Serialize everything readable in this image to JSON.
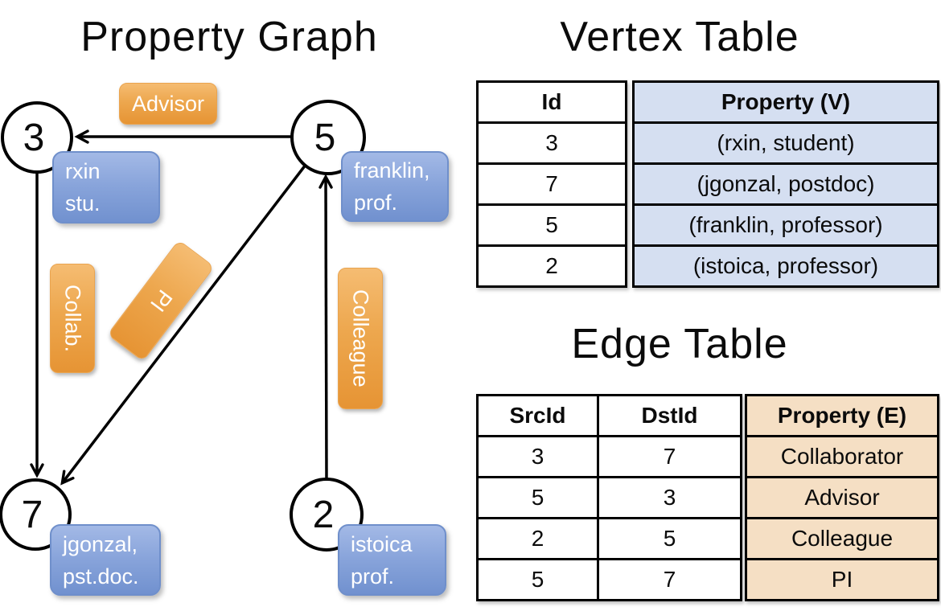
{
  "graph": {
    "title": "Property Graph",
    "nodes": [
      {
        "label": "3"
      },
      {
        "label": "5"
      },
      {
        "label": "7"
      },
      {
        "label": "2"
      }
    ],
    "edge_labels": {
      "advisor": "Advisor",
      "collab": "Collab.",
      "pi": "PI",
      "colleague": "Colleague"
    },
    "vertex_props": {
      "rxin": {
        "line1": "rxin",
        "line2": "stu."
      },
      "franklin": {
        "line1": "franklin,",
        "line2": "prof."
      },
      "jgonzal": {
        "line1": "jgonzal,",
        "line2": "pst.doc."
      },
      "istoica": {
        "line1": "istoica",
        "line2": "prof."
      }
    }
  },
  "vertex_table": {
    "title": "Vertex Table",
    "headers": {
      "id": "Id",
      "property": "Property (V)"
    },
    "rows": [
      {
        "id": "3",
        "property": "(rxin, student)"
      },
      {
        "id": "7",
        "property": "(jgonzal, postdoc)"
      },
      {
        "id": "5",
        "property": "(franklin, professor)"
      },
      {
        "id": "2",
        "property": "(istoica, professor)"
      }
    ]
  },
  "edge_table": {
    "title": "Edge Table",
    "headers": {
      "src": "SrcId",
      "dst": "DstId",
      "property": "Property (E)"
    },
    "rows": [
      {
        "src": "3",
        "dst": "7",
        "property": "Collaborator"
      },
      {
        "src": "5",
        "dst": "3",
        "property": "Advisor"
      },
      {
        "src": "2",
        "dst": "5",
        "property": "Colleague"
      },
      {
        "src": "5",
        "dst": "7",
        "property": "PI"
      }
    ]
  },
  "colors": {
    "edge_label_orange_top": "#f5bc72",
    "edge_label_orange_bottom": "#e69434",
    "vertex_box_blue_top": "#a3b9e6",
    "vertex_box_blue_bottom": "#7191cf",
    "vertex_table_fill": "#d5dff1",
    "edge_table_fill": "#f5dfc4",
    "line_color": "#000000"
  }
}
